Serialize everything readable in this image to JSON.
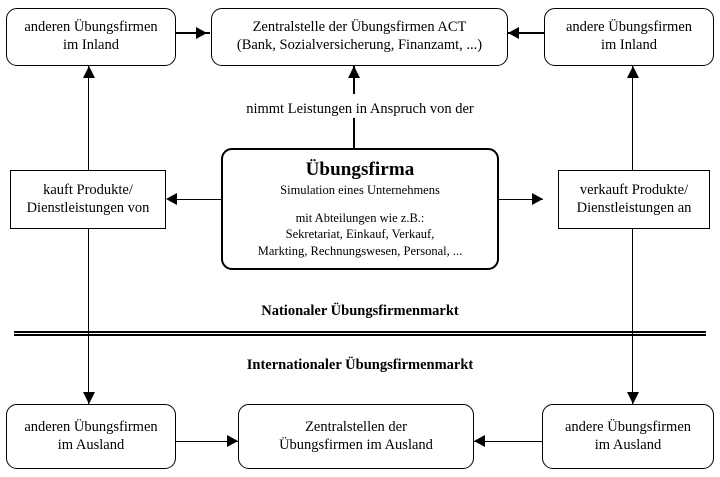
{
  "diagram": {
    "title_concept": "Übungsfirma Markt-Diagramm",
    "nodes": {
      "top_left": {
        "line1": "anderen Übungsfirmen",
        "line2": "im Inland"
      },
      "top_center": {
        "line1": "Zentralstelle der Übungsfirmen ACT",
        "line2": "(Bank, Sozialversicherung, Finanzamt, ...)"
      },
      "top_right": {
        "line1": "andere Übungsfirmen",
        "line2": "im Inland"
      },
      "left_mid": {
        "line1": "kauft Produkte/",
        "line2": "Dienstleistungen von"
      },
      "right_mid": {
        "line1": "verkauft Produkte/",
        "line2": "Dienstleistungen an"
      },
      "center": {
        "title": "Übungsfirma",
        "subtitle": "Simulation eines Unternehmens",
        "depts_line1": "mit Abteilungen wie z.B.:",
        "depts_line2": "Sekretariat, Einkauf, Verkauf,",
        "depts_line3": "Markting, Rechnungswesen, Personal, ..."
      },
      "bottom_left": {
        "line1": "anderen Übungsfirmen",
        "line2": "im Ausland"
      },
      "bottom_center": {
        "line1": "Zentralstellen der",
        "line2": "Übungsfirmen im Ausland"
      },
      "bottom_right": {
        "line1": "andere Übungsfirmen",
        "line2": "im Ausland"
      }
    },
    "edge_labels": {
      "services": "nimmt Leistungen in Anspruch von der"
    },
    "section_labels": {
      "national": "Nationaler Übungsfirmenmarkt",
      "international": "Internationaler Übungsfirmenmarkt"
    },
    "colors": {
      "stroke": "#000000",
      "background": "#ffffff",
      "text": "#000000"
    }
  }
}
